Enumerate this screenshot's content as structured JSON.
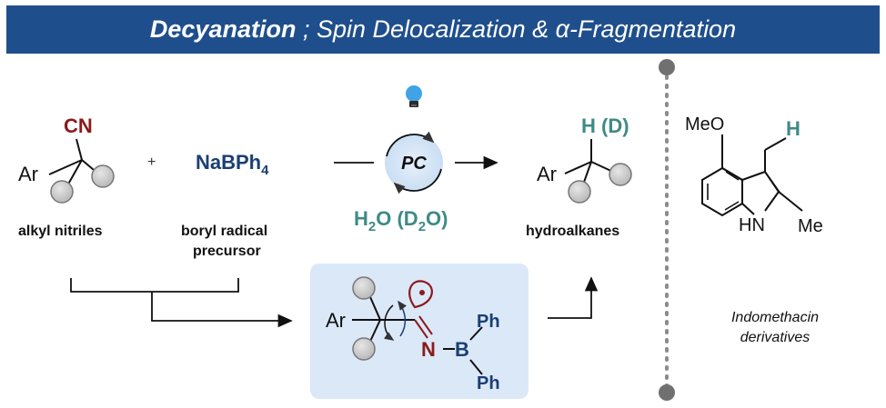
{
  "title": {
    "bold": "Decyanation",
    "rest": "; Spin Delocalization & α-Fragmentation"
  },
  "reactants": {
    "cn_group": "CN",
    "ar": "Ar",
    "plus": "+",
    "reagent_main": "NaBPh",
    "reagent_sub": "4",
    "label_nitriles": "alkyl nitriles",
    "label_boryl_1": "boryl radical",
    "label_boryl_2": "precursor"
  },
  "catalysis": {
    "pc": "PC",
    "solvent_h2": "H",
    "solvent_h2_sub": "2",
    "solvent_o": "O (D",
    "solvent_d_sub": "2",
    "solvent_o_end": "O)"
  },
  "product": {
    "h_d": "H (D)",
    "ar": "Ar",
    "label": "hydroalkanes"
  },
  "intermediate": {
    "ar": "Ar",
    "n": "N",
    "b": "B",
    "ph1": "Ph",
    "ph2": "Ph"
  },
  "indomethacin": {
    "meo": "MeO",
    "h": "H",
    "hn": "HN",
    "me": "Me",
    "label_1": "Indomethacin",
    "label_2": "derivatives"
  },
  "colors": {
    "banner": "#1f4e8c",
    "navy": "#1b3f73",
    "teal": "#3f8a86",
    "darkred": "#8b1a1a",
    "intermediate_box": "#dbe8f8",
    "grey_ball": "#c9c9c9"
  }
}
